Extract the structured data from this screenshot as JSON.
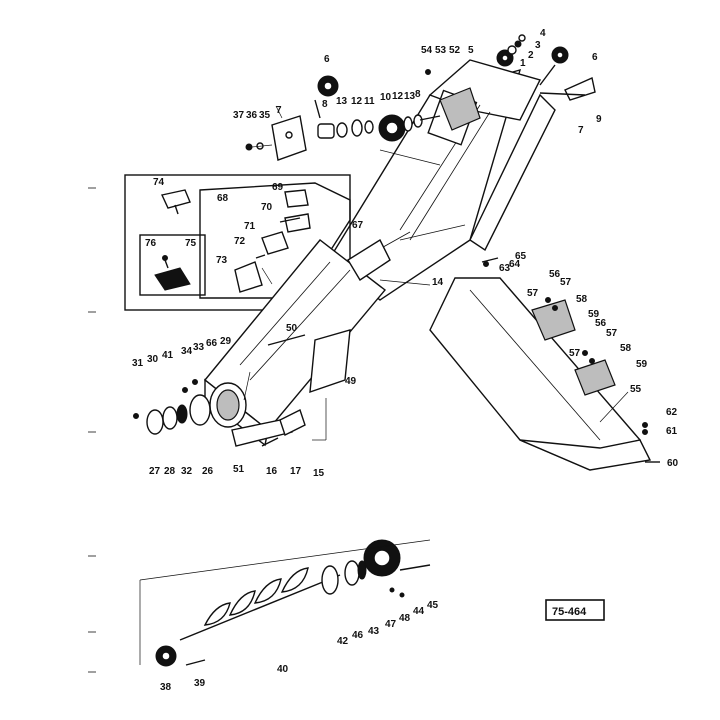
{
  "diagram": {
    "drawing_code": "75-464",
    "callouts": [
      {
        "id": "c4",
        "text": "4"
      },
      {
        "id": "c3",
        "text": "3"
      },
      {
        "id": "c2",
        "text": "2"
      },
      {
        "id": "c1",
        "text": "1"
      },
      {
        "id": "c6a",
        "text": "6"
      },
      {
        "id": "c6b",
        "text": "6"
      },
      {
        "id": "c54",
        "text": "54"
      },
      {
        "id": "c53",
        "text": "53"
      },
      {
        "id": "c52",
        "text": "52"
      },
      {
        "id": "c5",
        "text": "5"
      },
      {
        "id": "c9",
        "text": "9"
      },
      {
        "id": "c7a",
        "text": "7"
      },
      {
        "id": "c7b",
        "text": "7"
      },
      {
        "id": "c37",
        "text": "37"
      },
      {
        "id": "c36",
        "text": "36"
      },
      {
        "id": "c35",
        "text": "35"
      },
      {
        "id": "c8a",
        "text": "8"
      },
      {
        "id": "c13a",
        "text": "13"
      },
      {
        "id": "c12",
        "text": "12"
      },
      {
        "id": "c11",
        "text": "11"
      },
      {
        "id": "c10",
        "text": "10"
      },
      {
        "id": "c12b",
        "text": "12"
      },
      {
        "id": "c13b",
        "text": "13"
      },
      {
        "id": "c8b",
        "text": "8"
      },
      {
        "id": "c74",
        "text": "74"
      },
      {
        "id": "c68",
        "text": "68"
      },
      {
        "id": "c69",
        "text": "69"
      },
      {
        "id": "c70",
        "text": "70"
      },
      {
        "id": "c71",
        "text": "71"
      },
      {
        "id": "c72",
        "text": "72"
      },
      {
        "id": "c73",
        "text": "73"
      },
      {
        "id": "c76",
        "text": "76"
      },
      {
        "id": "c75",
        "text": "75"
      },
      {
        "id": "c67",
        "text": "67"
      },
      {
        "id": "c14",
        "text": "14"
      },
      {
        "id": "c65",
        "text": "65"
      },
      {
        "id": "c63",
        "text": "63"
      },
      {
        "id": "c64",
        "text": "64"
      },
      {
        "id": "c56a",
        "text": "56"
      },
      {
        "id": "c57a",
        "text": "57"
      },
      {
        "id": "c57b",
        "text": "57"
      },
      {
        "id": "c58a",
        "text": "58"
      },
      {
        "id": "c59a",
        "text": "59"
      },
      {
        "id": "c56b",
        "text": "56"
      },
      {
        "id": "c57c",
        "text": "57"
      },
      {
        "id": "c57d",
        "text": "57"
      },
      {
        "id": "c58b",
        "text": "58"
      },
      {
        "id": "c59b",
        "text": "59"
      },
      {
        "id": "c55",
        "text": "55"
      },
      {
        "id": "c62",
        "text": "62"
      },
      {
        "id": "c61",
        "text": "61"
      },
      {
        "id": "c60",
        "text": "60"
      },
      {
        "id": "c50",
        "text": "50"
      },
      {
        "id": "c49",
        "text": "49"
      },
      {
        "id": "c31",
        "text": "31"
      },
      {
        "id": "c30",
        "text": "30"
      },
      {
        "id": "c41",
        "text": "41"
      },
      {
        "id": "c34",
        "text": "34"
      },
      {
        "id": "c33",
        "text": "33"
      },
      {
        "id": "c66",
        "text": "66"
      },
      {
        "id": "c29",
        "text": "29"
      },
      {
        "id": "c27",
        "text": "27"
      },
      {
        "id": "c28",
        "text": "28"
      },
      {
        "id": "c32",
        "text": "32"
      },
      {
        "id": "c26",
        "text": "26"
      },
      {
        "id": "c51",
        "text": "51"
      },
      {
        "id": "c16",
        "text": "16"
      },
      {
        "id": "c17",
        "text": "17"
      },
      {
        "id": "c15",
        "text": "15"
      },
      {
        "id": "c45",
        "text": "45"
      },
      {
        "id": "c44",
        "text": "44"
      },
      {
        "id": "c48",
        "text": "48"
      },
      {
        "id": "c47",
        "text": "47"
      },
      {
        "id": "c43",
        "text": "43"
      },
      {
        "id": "c46",
        "text": "46"
      },
      {
        "id": "c42",
        "text": "42"
      },
      {
        "id": "c40",
        "text": "40"
      },
      {
        "id": "c38",
        "text": "38"
      },
      {
        "id": "c39",
        "text": "39"
      }
    ]
  }
}
